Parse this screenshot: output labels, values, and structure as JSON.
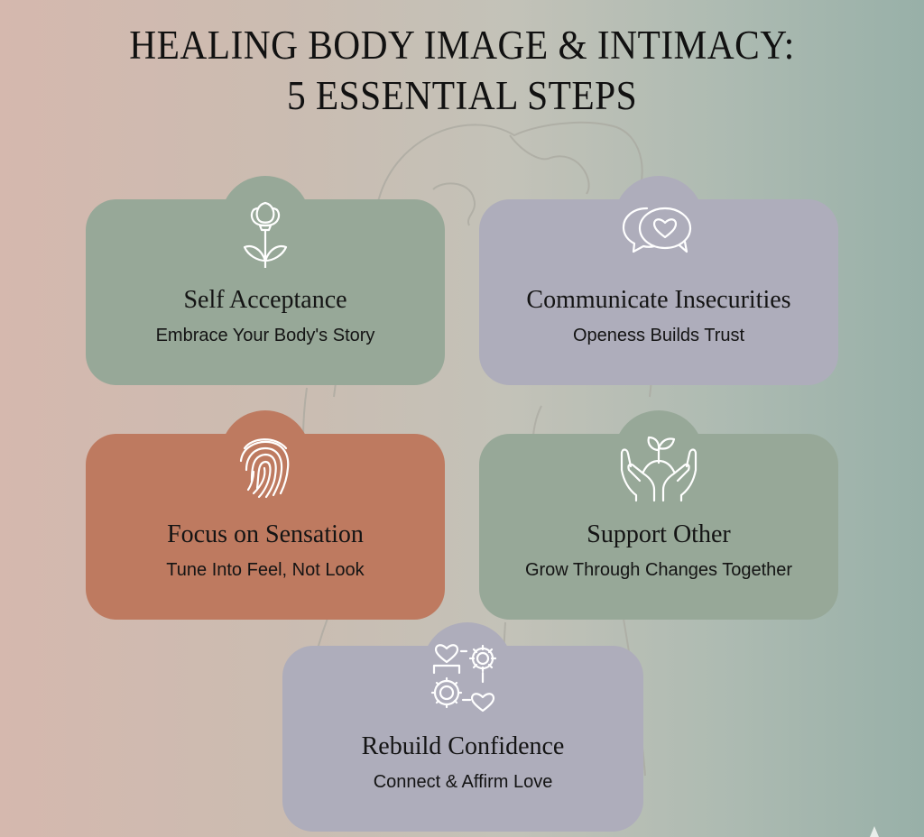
{
  "header": {
    "title_line1": "HEALING BODY IMAGE & INTIMACY:",
    "title_line2": "5 ESSENTIAL STEPS"
  },
  "colors": {
    "background_left": "#d5b8ae",
    "background_right": "#98b0a8",
    "card_green": "#97a898",
    "card_lavender": "#aeadbb",
    "card_terracotta": "#be7a60",
    "icon_stroke": "#ffffff",
    "text": "#141414"
  },
  "steps": [
    {
      "icon": "flower-icon",
      "title": "Self Acceptance",
      "subtitle": "Embrace Your Body's Story",
      "color": "green"
    },
    {
      "icon": "chat-heart-icon",
      "title": "Communicate Insecurities",
      "subtitle": "Openess Builds Trust",
      "color": "lavender"
    },
    {
      "icon": "fingerprint-icon",
      "title": "Focus on Sensation",
      "subtitle": "Tune Into Feel, Not Look",
      "color": "terracotta"
    },
    {
      "icon": "hands-sprout-icon",
      "title": "Support Other",
      "subtitle": "Grow Through Changes Together",
      "color": "green"
    },
    {
      "icon": "heart-gears-icon",
      "title": "Rebuild Confidence",
      "subtitle": "Connect & Affirm Love",
      "color": "lavender"
    }
  ]
}
